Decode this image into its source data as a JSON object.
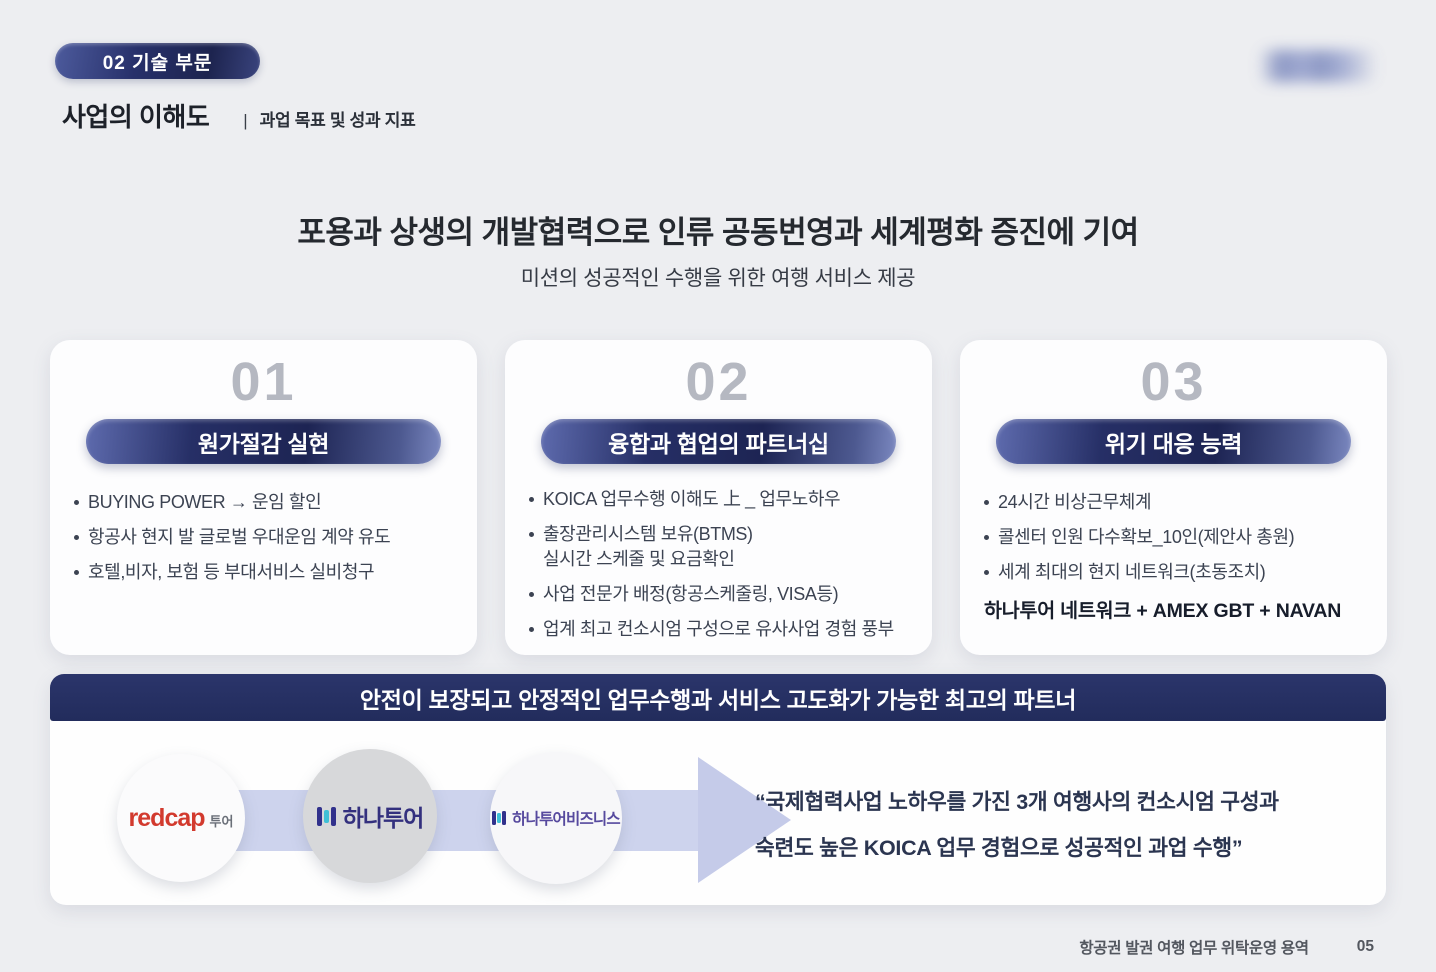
{
  "header": {
    "badge": "02  기술 부문",
    "title": "사업의 이해도",
    "divider": "|",
    "subtitle": "과업 목표 및 성과 지표"
  },
  "mission": {
    "title": "포용과 상생의 개발협력으로 인류 공동번영과 세계평화 증진에 기여",
    "subtitle": "미션의 성공적인 수행을 위한 여행 서비스 제공"
  },
  "cards": [
    {
      "number": "01",
      "pill": "원가절감 실현",
      "bullets": [
        {
          "text": "BUYING POWER → 운임 할인"
        },
        {
          "text": "항공사 현지 발 글로벌 우대운임 계약 유도"
        },
        {
          "text": "호텔,비자, 보험 등 부대서비스 실비청구"
        }
      ]
    },
    {
      "number": "02",
      "pill": "융합과 협업의 파트너십",
      "bullets": [
        {
          "text": "KOICA 업무수행 이해도 上 _ 업무노하우"
        },
        {
          "text": "출장관리시스템 보유(BTMS)",
          "cont": "실시간 스케줄 및 요금확인"
        },
        {
          "text": "사업 전문가 배정(항공스케줄링, VISA등)"
        },
        {
          "text": "업계 최고 컨소시엄 구성으로 유사사업 경험 풍부"
        }
      ]
    },
    {
      "number": "03",
      "pill": "위기 대응 능력",
      "bullets": [
        {
          "text": "24시간 비상근무체계"
        },
        {
          "text": "콜센터 인원 다수확보_10인(제안사 총원)"
        },
        {
          "text": "세계 최대의 현지 네트워크(초동조치)"
        }
      ],
      "highlight": "하나투어 네트워크 + AMEX GBT + NAVAN"
    }
  ],
  "banner": {
    "text": "안전이 보장되고 안정적인 업무수행과 서비스 고도화가 가능한 최고의 파트너"
  },
  "partners": {
    "redcap": {
      "main": "redcap",
      "sub": "투어"
    },
    "hanatour": {
      "label": "하나투어"
    },
    "hanatour_business": {
      "label": "하나투어비즈니스"
    }
  },
  "quote": {
    "line1": "“국제협력사업 노하우를 가진 3개 여행사의 컨소시엄 구성과",
    "line2": "숙련도 높은 KOICA 업무 경험으로 성공적인 과업 수행”"
  },
  "footer": {
    "label": "항공권 발권 여행 업무 위탁운영 용역",
    "page": "05"
  },
  "colors": {
    "navy": "#222c5c",
    "pill_dark": "#1d2453",
    "arrow": "#c5cbe9",
    "redcap_red": "#d23a2e",
    "hanatour_navy": "#33307e",
    "hanatour_teal": "#3fc0d6",
    "background": "#edeef1"
  }
}
